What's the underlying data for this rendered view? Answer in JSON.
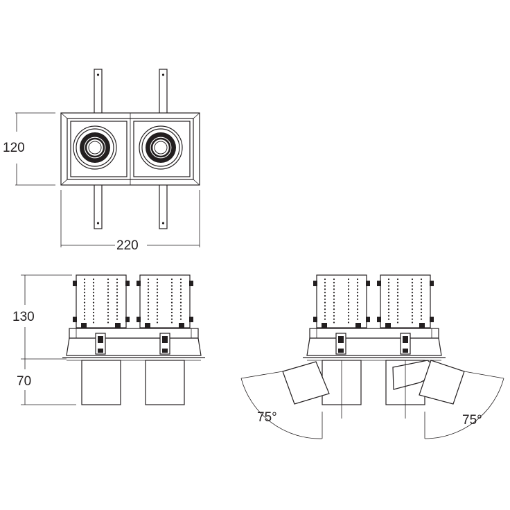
{
  "dimensions": {
    "height_top": "120",
    "width_top": "220",
    "body_height": "130",
    "extension_height": "70",
    "tilt_left": "75°",
    "tilt_right": "75°"
  }
}
